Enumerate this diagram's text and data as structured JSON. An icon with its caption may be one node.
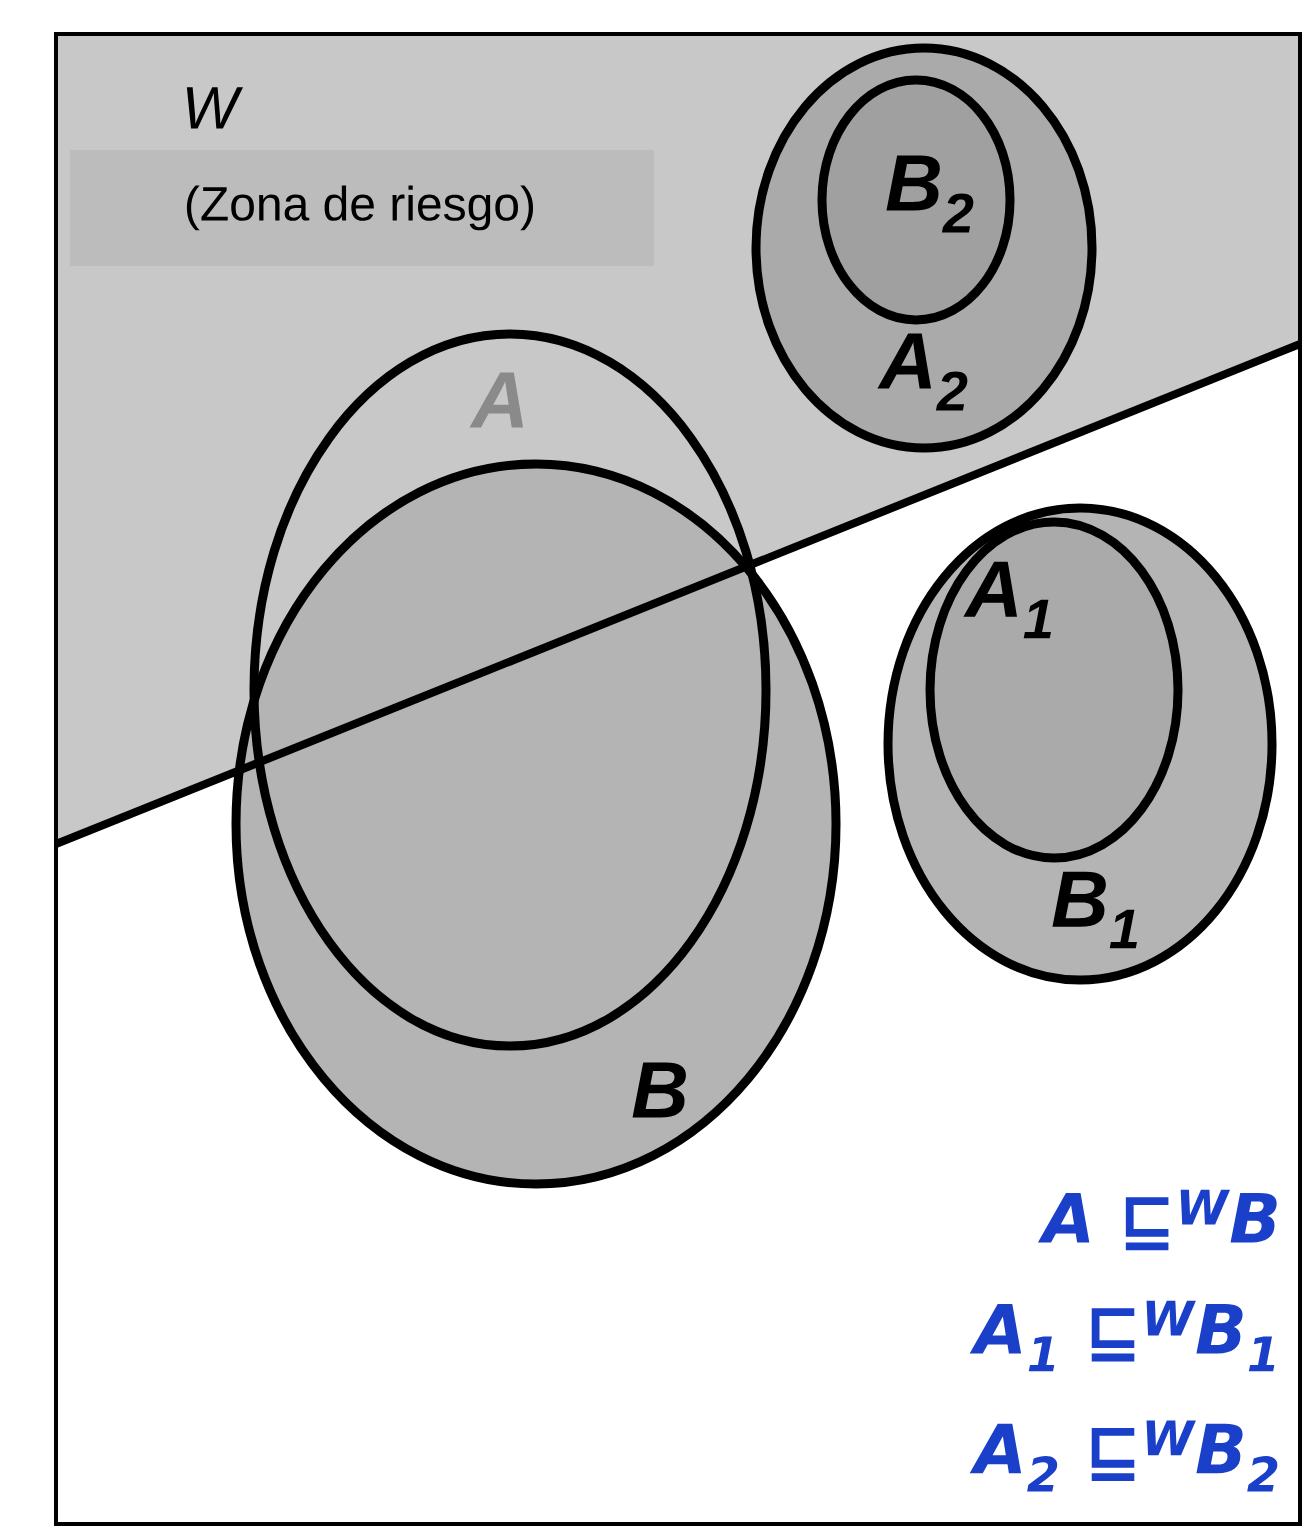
{
  "diagram": {
    "nodes": [
      {
        "text": [
          "W",
          "(Zona de riesgo)"
        ]
      },
      {
        "text": [
          "A$_{2}$"
        ],
        "in": 0
      },
      {
        "text": [
          "B$_{2}$"
        ],
        "in": 1
      },
      {
        "text": [
          "A"
        ]
      },
      {
        "text": [
          "B"
        ]
      },
      {
        "text": [
          "B$_{1}$"
        ]
      },
      {
        "text": [
          "A$_{1}$"
        ],
        "in": 5
      }
    ],
    "labels": [
      "A ⊑$^{W}$B",
      "A$_{1}$ ⊑$^{W}$B$_{1}$",
      "A$_{2}$ ⊑$^{W}$B$_{2}$"
    ]
  }
}
